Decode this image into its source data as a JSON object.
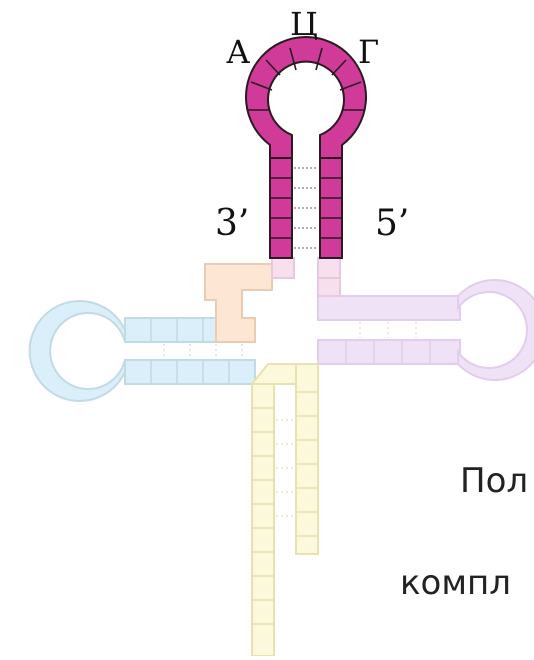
{
  "anticodon": {
    "left": "А",
    "middle": "Ц",
    "right": "Г"
  },
  "ends": {
    "three_prime": "3’",
    "five_prime": "5’"
  },
  "side_text": {
    "line1": "Пол",
    "line2": "компл"
  },
  "colors": {
    "anticodon_arm": "#d03a98",
    "stroke": "#2a1a22",
    "acceptor_faded": "#f5d9ee",
    "d_arm_faded": "#d2ecf8",
    "variable_faded": "#fbe3cf",
    "t_arm_faded": "#ecdcf3",
    "stem_faded": "#fbf8d6"
  }
}
